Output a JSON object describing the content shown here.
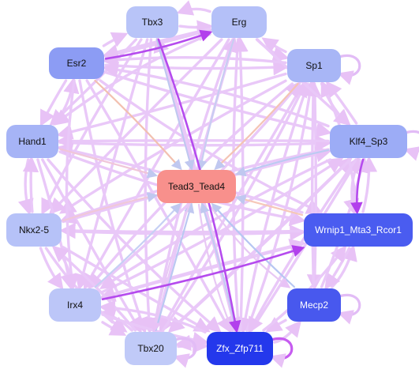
{
  "diagram": {
    "type": "regulatory-network",
    "nodes": [
      {
        "id": "tbx3",
        "label": "Tbx3",
        "color": "#b8c4f8"
      },
      {
        "id": "erg",
        "label": "Erg",
        "color": "#b4c0f8"
      },
      {
        "id": "esr2",
        "label": "Esr2",
        "color": "#8c9cf4"
      },
      {
        "id": "sp1",
        "label": "Sp1",
        "color": "#a8b6f6"
      },
      {
        "id": "hand1",
        "label": "Hand1",
        "color": "#a6b4f6"
      },
      {
        "id": "klf4",
        "label": "Klf4_Sp3",
        "color": "#9cacf6"
      },
      {
        "id": "tead",
        "label": "Tead3_Tead4",
        "color": "#f8908c"
      },
      {
        "id": "nkx",
        "label": "Nkx2-5",
        "color": "#b6c2f8"
      },
      {
        "id": "wrnip",
        "label": "Wrnip1_Mta3_Rcor1",
        "color": "#4a5cf0",
        "light": true
      },
      {
        "id": "irx4",
        "label": "Irx4",
        "color": "#bcc6f8"
      },
      {
        "id": "mecp2",
        "label": "Mecp2",
        "color": "#4858ee",
        "light": true
      },
      {
        "id": "tbx20",
        "label": "Tbx20",
        "color": "#c0caf8"
      },
      {
        "id": "zfx",
        "label": "Zfx_Zfp711",
        "color": "#2438ec",
        "light": true
      }
    ],
    "edges": [
      [
        "esr2",
        "tbx3"
      ],
      [
        "tbx3",
        "erg"
      ],
      [
        "erg",
        "tbx3"
      ],
      [
        "esr2",
        "erg"
      ],
      [
        "erg",
        "sp1"
      ],
      [
        "sp1",
        "erg"
      ],
      [
        "esr2",
        "sp1"
      ],
      [
        "hand1",
        "esr2"
      ],
      [
        "esr2",
        "hand1"
      ],
      [
        "hand1",
        "nkx"
      ],
      [
        "nkx",
        "hand1"
      ],
      [
        "nkx",
        "irx4"
      ],
      [
        "irx4",
        "nkx"
      ],
      [
        "irx4",
        "tbx20"
      ],
      [
        "tbx20",
        "irx4"
      ],
      [
        "tbx20",
        "zfx"
      ],
      [
        "zfx",
        "tbx20"
      ],
      [
        "zfx",
        "mecp2"
      ],
      [
        "mecp2",
        "zfx"
      ],
      [
        "mecp2",
        "wrnip"
      ],
      [
        "wrnip",
        "mecp2"
      ],
      [
        "wrnip",
        "klf4"
      ],
      [
        "klf4",
        "wrnip"
      ],
      [
        "klf4",
        "sp1"
      ],
      [
        "sp1",
        "klf4"
      ],
      [
        "tbx3",
        "zfx"
      ],
      [
        "zfx",
        "tbx3"
      ],
      [
        "erg",
        "tbx20"
      ],
      [
        "erg",
        "irx4"
      ],
      [
        "esr2",
        "tbx20"
      ],
      [
        "esr2",
        "zfx"
      ],
      [
        "esr2",
        "klf4"
      ],
      [
        "esr2",
        "wrnip"
      ],
      [
        "tbx3",
        "irx4"
      ],
      [
        "tbx3",
        "tbx20"
      ],
      [
        "tbx3",
        "hand1"
      ],
      [
        "tbx3",
        "nkx"
      ],
      [
        "erg",
        "hand1"
      ],
      [
        "erg",
        "nkx"
      ],
      [
        "erg",
        "zfx"
      ],
      [
        "sp1",
        "hand1"
      ],
      [
        "sp1",
        "nkx"
      ],
      [
        "sp1",
        "irx4"
      ],
      [
        "sp1",
        "tbx20"
      ],
      [
        "sp1",
        "zfx"
      ],
      [
        "sp1",
        "mecp2"
      ],
      [
        "hand1",
        "klf4"
      ],
      [
        "hand1",
        "wrnip"
      ],
      [
        "hand1",
        "tbx20"
      ],
      [
        "hand1",
        "zfx"
      ],
      [
        "nkx",
        "klf4"
      ],
      [
        "nkx",
        "wrnip"
      ],
      [
        "nkx",
        "tbx20"
      ],
      [
        "nkx",
        "zfx"
      ],
      [
        "irx4",
        "klf4"
      ],
      [
        "irx4",
        "wrnip"
      ],
      [
        "irx4",
        "zfx"
      ],
      [
        "irx4",
        "sp1"
      ],
      [
        "tbx20",
        "klf4"
      ],
      [
        "tbx20",
        "sp1"
      ],
      [
        "tbx20",
        "erg"
      ],
      [
        "zfx",
        "erg"
      ],
      [
        "zfx",
        "sp1"
      ],
      [
        "zfx",
        "klf4"
      ],
      [
        "zfx",
        "wrnip"
      ],
      [
        "mecp2",
        "sp1"
      ],
      [
        "mecp2",
        "klf4"
      ],
      [
        "wrnip",
        "sp1"
      ],
      [
        "wrnip",
        "irx4"
      ],
      [
        "klf4",
        "irx4"
      ],
      [
        "klf4",
        "tbx20"
      ],
      [
        "klf4",
        "zfx"
      ],
      [
        "klf4",
        "esr2"
      ],
      [
        "klf4",
        "hand1"
      ],
      [
        "klf4",
        "nkx"
      ],
      [
        "wrnip",
        "nkx"
      ],
      [
        "wrnip",
        "hand1"
      ],
      [
        "esr2",
        "irx4"
      ],
      [
        "erg",
        "esr2"
      ],
      [
        "sp1",
        "esr2"
      ],
      [
        "hand1",
        "irx4"
      ],
      [
        "tbx20",
        "nkx"
      ],
      [
        "zfx",
        "irx4"
      ],
      [
        "erg",
        "klf4"
      ]
    ],
    "strong_edges": [
      [
        "tbx3",
        "zfx"
      ],
      [
        "klf4",
        "wrnip"
      ],
      [
        "irx4",
        "wrnip"
      ],
      [
        "esr2",
        "erg"
      ]
    ],
    "tead_in": [
      [
        "esr2",
        "#f2c0b0"
      ],
      [
        "tbx3",
        "#c0c8f0"
      ],
      [
        "erg",
        "#c8cdf2"
      ],
      [
        "sp1",
        "#f4c4b4"
      ],
      [
        "hand1",
        "#f0c6d8"
      ],
      [
        "klf4",
        "#bccaf2"
      ],
      [
        "nkx",
        "#f0c8d8"
      ],
      [
        "wrnip",
        "#f6c8b8"
      ],
      [
        "irx4",
        "#c6d0f4"
      ],
      [
        "mecp2",
        "#b6c6f2"
      ],
      [
        "tbx20",
        "#bac8f2"
      ],
      [
        "zfx",
        "#c2cbf2"
      ]
    ],
    "tead_out": [
      "tbx20",
      "zfx",
      "mecp2"
    ],
    "self_loops": [
      "sp1",
      "klf4",
      "mecp2",
      "tbx20",
      "zfx"
    ]
  }
}
